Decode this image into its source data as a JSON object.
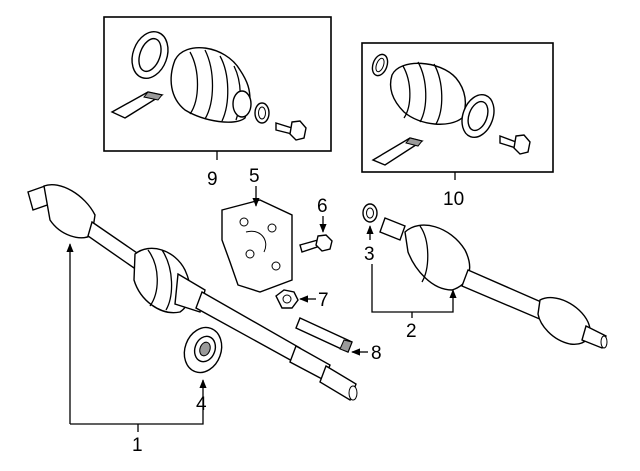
{
  "callouts": {
    "c1": "1",
    "c2": "2",
    "c3": "3",
    "c4": "4",
    "c5": "5",
    "c6": "6",
    "c7": "7",
    "c8": "8",
    "c9": "9",
    "c10": "10"
  },
  "colors": {
    "line": "#000000",
    "background": "#ffffff",
    "shade": "#9a9a9a"
  }
}
